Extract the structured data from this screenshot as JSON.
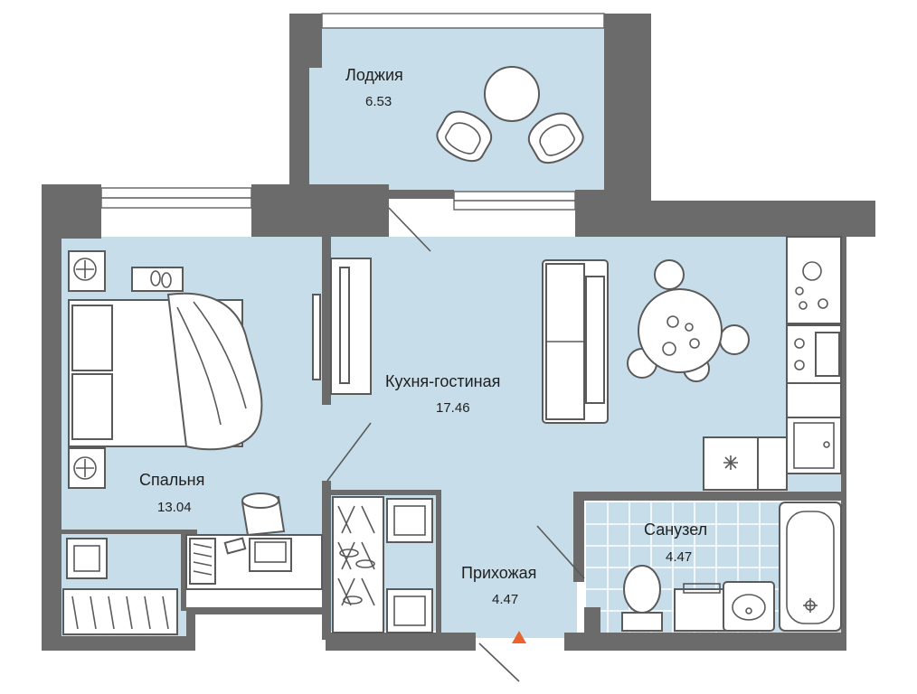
{
  "rooms": {
    "loggia": {
      "name": "Лоджия",
      "area": "6.53"
    },
    "kitchen": {
      "name": "Кухня-гостиная",
      "area": "17.46"
    },
    "bedroom": {
      "name": "Спальня",
      "area": "13.04"
    },
    "bathroom": {
      "name": "Санузел",
      "area": "4.47"
    },
    "hallway": {
      "name": "Прихожая",
      "area": "4.47"
    }
  },
  "colors": {
    "floor": "#c7dde9",
    "wall": "#6b6b6b",
    "window": "#ffffff",
    "entrance_marker": "#e8642c",
    "tile_line": "#ffffff"
  },
  "icons": [
    "entrance-marker-icon",
    "fan-icon",
    "bed-icon",
    "armchair-icon",
    "round-table-icon",
    "sofa-icon",
    "tv-icon",
    "toilet-icon",
    "bathtub-icon",
    "sink-icon",
    "stove-icon",
    "washing-machine-icon",
    "desk-icon"
  ]
}
